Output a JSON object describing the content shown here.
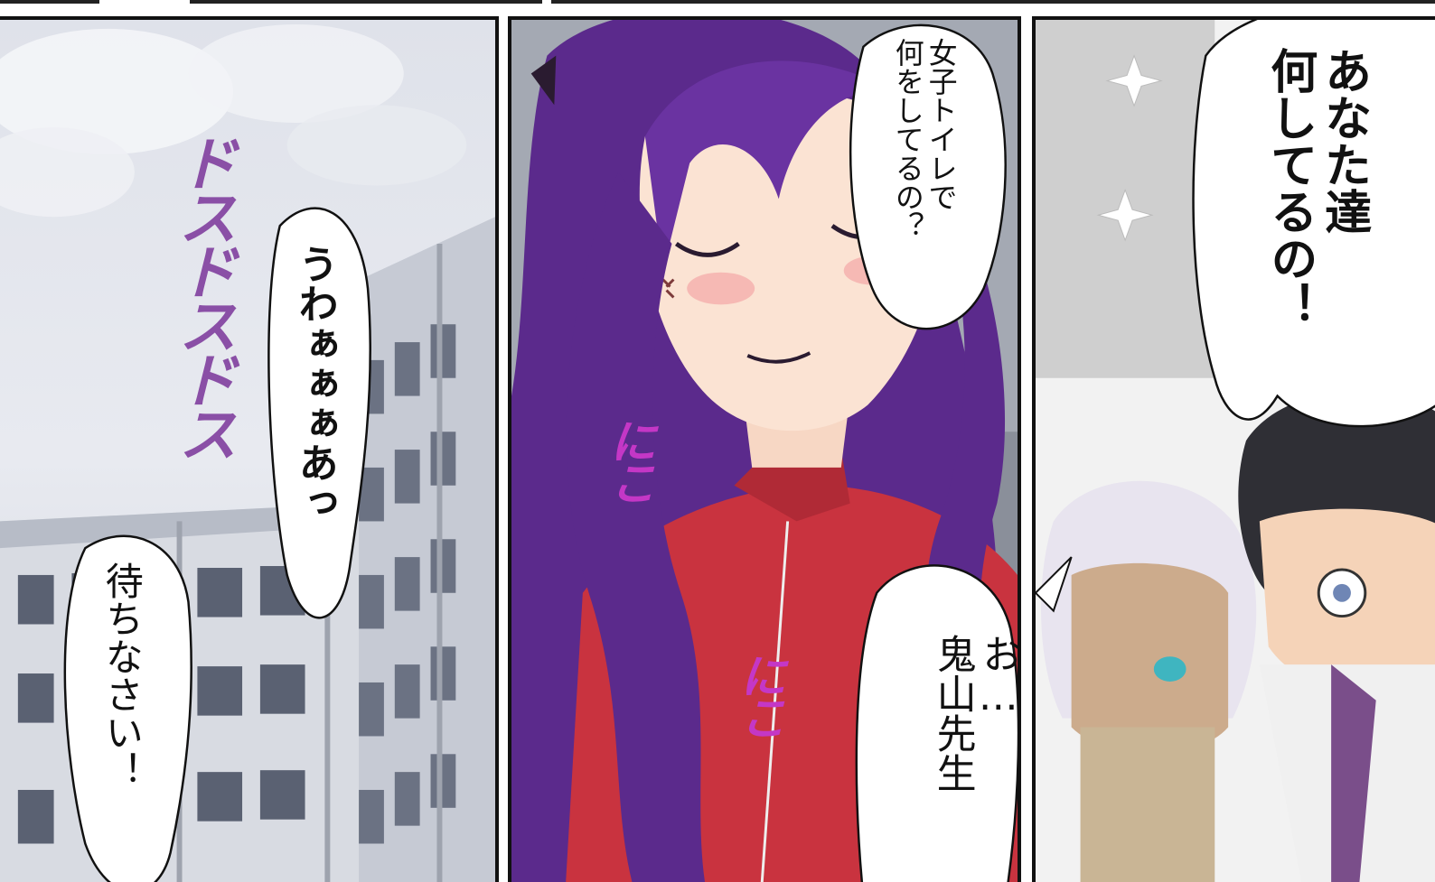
{
  "panels": {
    "left": {
      "balloon_scream": "うわぁぁぁあっ",
      "balloon_wait": "待ちなさい！",
      "sfx_footsteps": "ドスドスドス"
    },
    "middle": {
      "balloon_question": "女子トイレで\n何をしてるの？",
      "balloon_oniyama": "お…\n鬼山先生",
      "sfx_smile_1": "にこ",
      "sfx_smile_2": "にこ"
    },
    "right": {
      "balloon_shout": "あなた達\n何してるの！"
    }
  },
  "colors": {
    "hair_purple": "#5b2a8c",
    "jacket_red": "#c9333f",
    "sfx_magenta": "#c437c6",
    "sky_gray": "#d7dbe4",
    "ink": "#111111"
  }
}
